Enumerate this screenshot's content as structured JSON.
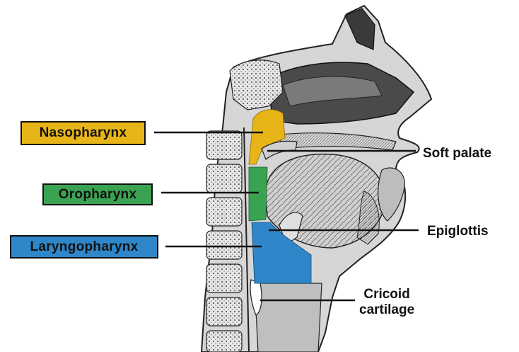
{
  "labels": {
    "nasopharynx": "Nasopharynx",
    "oropharynx": "Oropharynx",
    "laryngopharynx": "Laryngopharynx",
    "soft_palate": "Soft palate",
    "epiglottis": "Epiglottis",
    "cricoid_line1": "Cricoid",
    "cricoid_line2": "cartilage"
  },
  "colors": {
    "nasopharynx": "#e8b518",
    "oropharynx": "#3aa352",
    "laryngopharynx": "#2f86c8",
    "line": "#111111",
    "tissue": "#bfbfbf",
    "bone": "#d9d9d9"
  }
}
